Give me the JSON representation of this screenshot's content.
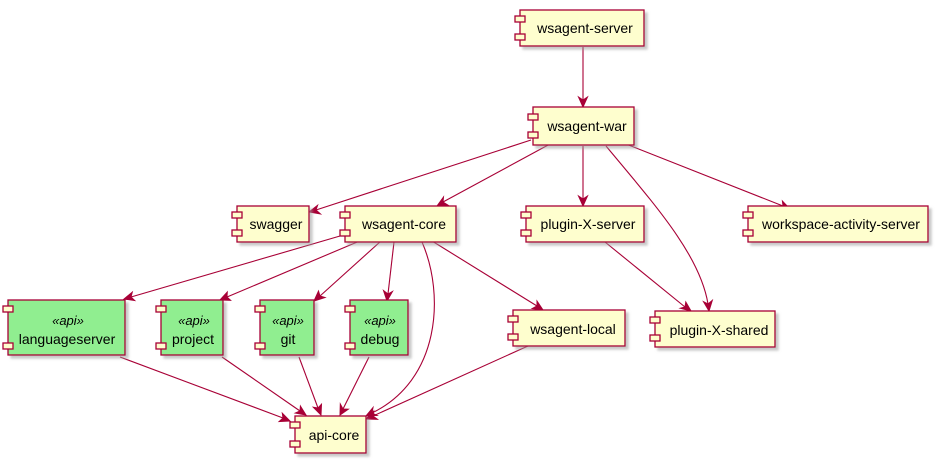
{
  "colors": {
    "component_fill": "#FEFECE",
    "api_fill": "#90EE90",
    "border": "#A80036",
    "edge": "#A80036",
    "shadow": "#C8C8C8"
  },
  "nodes": {
    "wsagent_server": {
      "label": "wsagent-server",
      "stereotype": ""
    },
    "wsagent_war": {
      "label": "wsagent-war",
      "stereotype": ""
    },
    "swagger": {
      "label": "swagger",
      "stereotype": ""
    },
    "wsagent_core": {
      "label": "wsagent-core",
      "stereotype": ""
    },
    "plugin_x_server": {
      "label": "plugin-X-server",
      "stereotype": ""
    },
    "workspace_activity_server": {
      "label": "workspace-activity-server",
      "stereotype": ""
    },
    "languageserver": {
      "label": "languageserver",
      "stereotype": "«api»"
    },
    "project": {
      "label": "project",
      "stereotype": "«api»"
    },
    "git": {
      "label": "git",
      "stereotype": "«api»"
    },
    "debug": {
      "label": "debug",
      "stereotype": "«api»"
    },
    "wsagent_local": {
      "label": "wsagent-local",
      "stereotype": ""
    },
    "plugin_x_shared": {
      "label": "plugin-X-shared",
      "stereotype": ""
    },
    "api_core": {
      "label": "api-core",
      "stereotype": ""
    }
  },
  "edges": [
    {
      "from": "wsagent-server",
      "to": "wsagent-war"
    },
    {
      "from": "wsagent-war",
      "to": "swagger"
    },
    {
      "from": "wsagent-war",
      "to": "wsagent-core"
    },
    {
      "from": "wsagent-war",
      "to": "plugin-X-server"
    },
    {
      "from": "wsagent-war",
      "to": "plugin-X-shared"
    },
    {
      "from": "wsagent-war",
      "to": "workspace-activity-server"
    },
    {
      "from": "wsagent-core",
      "to": "languageserver"
    },
    {
      "from": "wsagent-core",
      "to": "project"
    },
    {
      "from": "wsagent-core",
      "to": "git"
    },
    {
      "from": "wsagent-core",
      "to": "debug"
    },
    {
      "from": "wsagent-core",
      "to": "api-core"
    },
    {
      "from": "wsagent-core",
      "to": "wsagent-local"
    },
    {
      "from": "plugin-X-server",
      "to": "plugin-X-shared"
    },
    {
      "from": "languageserver",
      "to": "api-core"
    },
    {
      "from": "project",
      "to": "api-core"
    },
    {
      "from": "git",
      "to": "api-core"
    },
    {
      "from": "debug",
      "to": "api-core"
    },
    {
      "from": "wsagent-local",
      "to": "api-core"
    }
  ]
}
